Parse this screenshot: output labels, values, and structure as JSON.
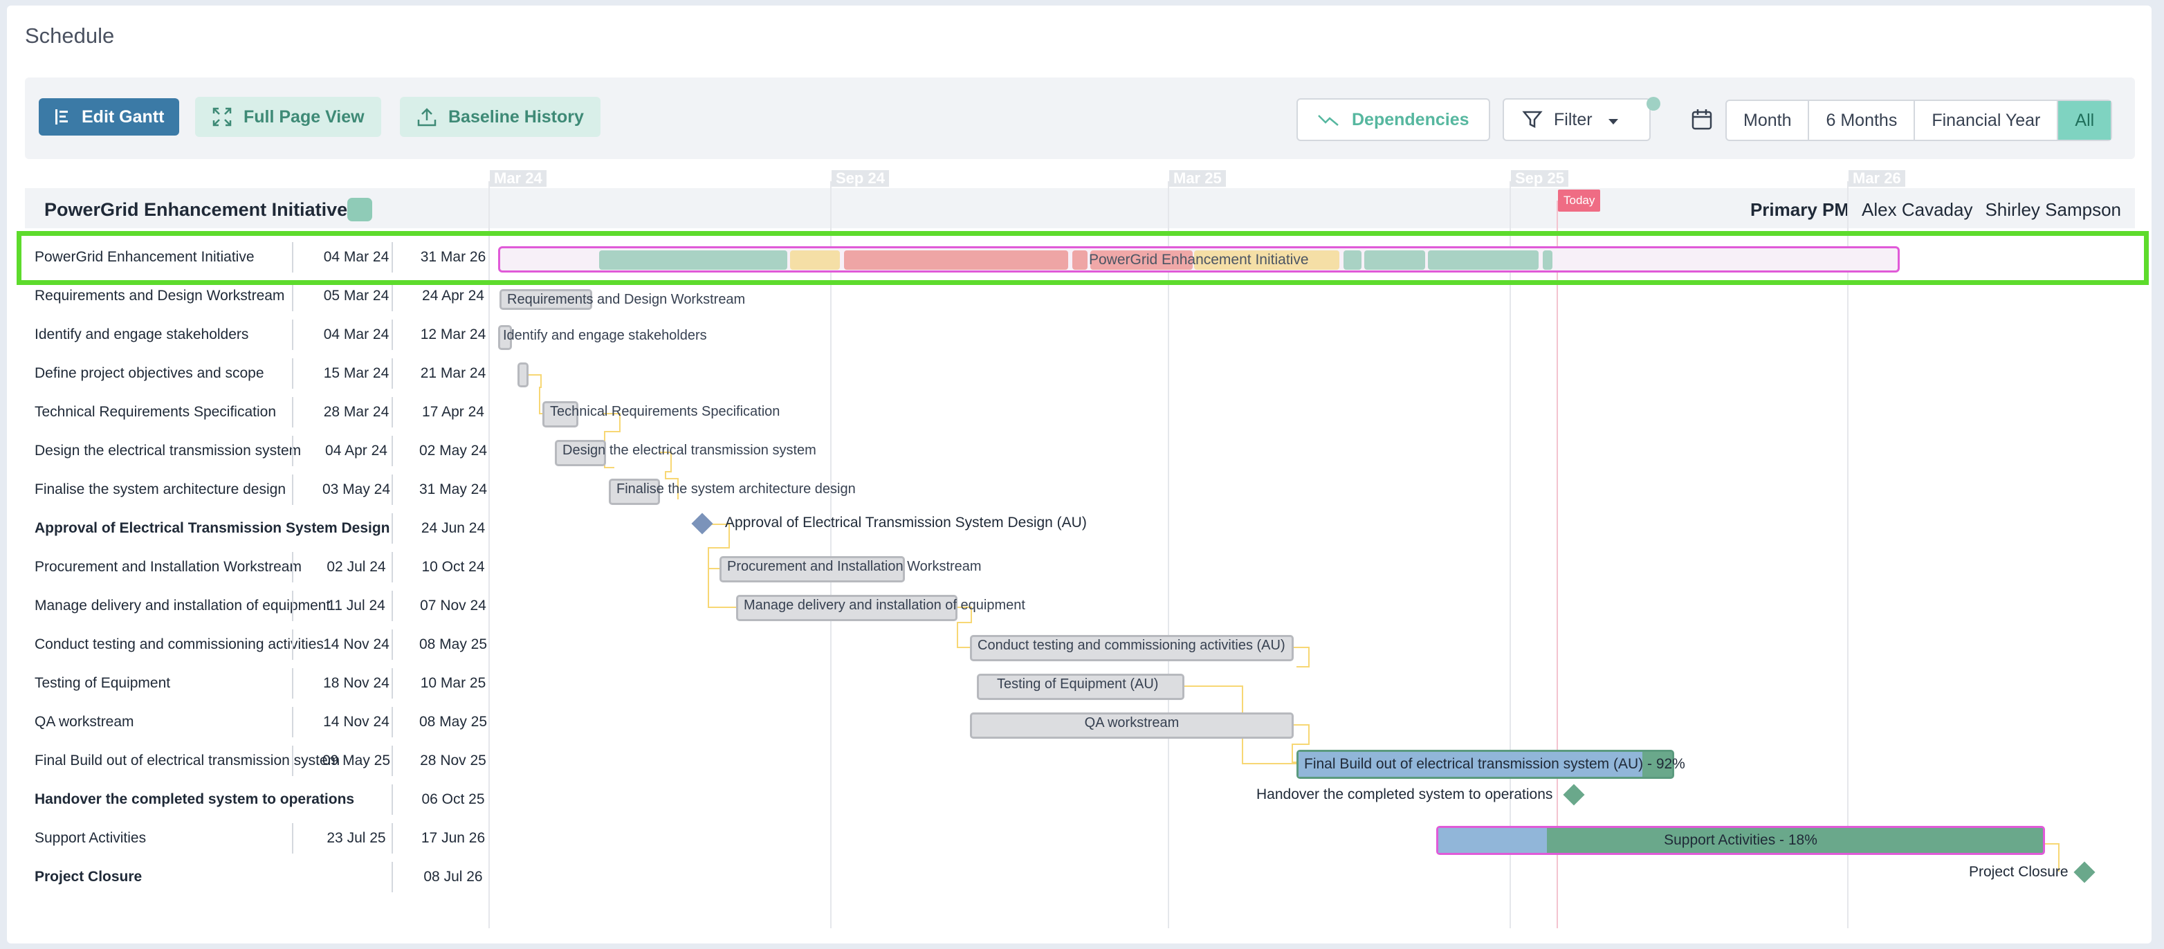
{
  "page_title": "Schedule",
  "toolbar": {
    "edit_gantt": "Edit Gantt",
    "full_page_view": "Full Page View",
    "baseline_history": "Baseline History",
    "dependencies": "Dependencies",
    "filter": "Filter",
    "ranges": [
      "Month",
      "6 Months",
      "Financial Year",
      "All"
    ],
    "active_range": "All"
  },
  "timeline": {
    "ticks": [
      "Mar 24",
      "Sep 24",
      "Mar 25",
      "Sep 25",
      "Mar 26"
    ],
    "today_label": "Today"
  },
  "project": {
    "name": "PowerGrid Enhancement Initiative",
    "pm_label": "Primary PM",
    "people": [
      "Alex Cavaday",
      "Shirley Sampson"
    ]
  },
  "tasks": [
    {
      "name": "PowerGrid Enhancement Initiative",
      "start": "04 Mar 24",
      "end": "31 Mar 26"
    },
    {
      "name": "Requirements and Design Workstream",
      "start": "05 Mar 24",
      "end": "24 Apr 24"
    },
    {
      "name": "Identify and engage stakeholders",
      "start": "04 Mar 24",
      "end": "12 Mar 24"
    },
    {
      "name": "Define project objectives and scope",
      "start": "15 Mar 24",
      "end": "21 Mar 24"
    },
    {
      "name": "Technical Requirements Specification",
      "start": "28 Mar 24",
      "end": "17 Apr 24"
    },
    {
      "name": "Design the electrical transmission system",
      "start": "04 Apr 24",
      "end": "02 May 24"
    },
    {
      "name": "Finalise the system architecture design",
      "start": "03 May 24",
      "end": "31 May 24"
    },
    {
      "name": "Approval of Electrical Transmission System Design",
      "start": "",
      "end": "24 Jun 24"
    },
    {
      "name": "Procurement and Installation Workstream",
      "start": "02 Jul 24",
      "end": "10 Oct 24"
    },
    {
      "name": "Manage delivery and installation of equipment",
      "start": "11 Jul 24",
      "end": "07 Nov 24"
    },
    {
      "name": "Conduct testing and commissioning activities",
      "start": "14 Nov 24",
      "end": "08 May 25"
    },
    {
      "name": "Testing of Equipment",
      "start": "18 Nov 24",
      "end": "10 Mar 25"
    },
    {
      "name": "QA workstream",
      "start": "14 Nov 24",
      "end": "08 May 25"
    },
    {
      "name": "Final Build out of electrical transmission system",
      "start": "09 May 25",
      "end": "28 Nov 25"
    },
    {
      "name": "Handover the completed system to operations",
      "start": "",
      "end": "06 Oct 25"
    },
    {
      "name": "Support Activities",
      "start": "23 Jul 25",
      "end": "17 Jun 26"
    },
    {
      "name": "Project Closure",
      "start": "",
      "end": "08 Jul 26"
    }
  ],
  "bars": {
    "project_bar": "PowerGrid Enhancement Initiative",
    "requirements": "Requirements and Design Workstream",
    "stakeholders": "Identify and engage stakeholders",
    "technical": "Technical Requirements Specification",
    "design": "Design the electrical transmission system",
    "finalise": "Finalise the system architecture design",
    "approval": "Approval of Electrical Transmission System Design (AU)",
    "procurement": "Procurement and Installation Workstream",
    "manage": "Manage delivery and installation of equipment",
    "conduct": "Conduct testing and commissioning activities (AU)",
    "testing": "Testing of Equipment (AU)",
    "qa": "QA workstream",
    "final_build": "Final Build out of electrical transmission system (AU) - 92%",
    "handover": "Handover the completed system to operations",
    "support": "Support Activities - 18%",
    "closure": "Project Closure"
  },
  "progress": {
    "final_build": 0.92,
    "support": 0.18
  },
  "colors": {
    "primary": "#3b7aa6",
    "accent": "#56b79f",
    "today": "#ef6c84",
    "highlight": "#5ddb2c",
    "selected_border": "#e05ad8"
  }
}
